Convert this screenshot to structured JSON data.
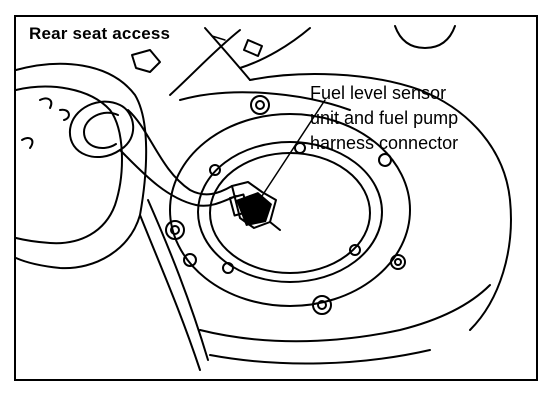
{
  "labels": {
    "title": "Rear seat access",
    "sensor_callout": [
      "Fuel level sensor",
      "unit and fuel pump",
      "harness connector"
    ]
  },
  "colors": {
    "line": "#000000",
    "background": "#ffffff"
  }
}
